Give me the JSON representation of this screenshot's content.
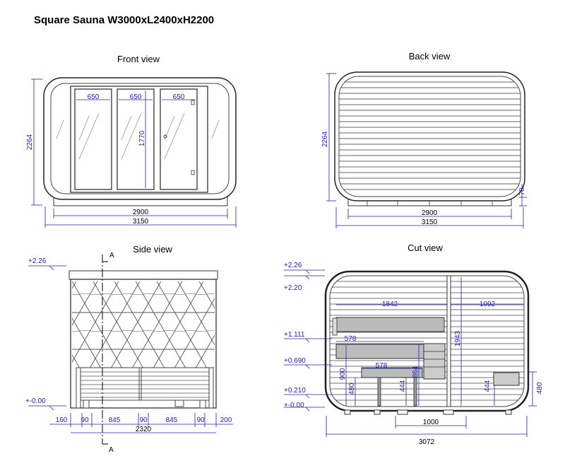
{
  "title": "Square Sauna   W3000xL2400xH2200",
  "views": {
    "front": {
      "title": "Front view",
      "door_widths": [
        "650",
        "650",
        "650"
      ],
      "door_height": "1770",
      "height": "2264",
      "inner_width": "2900",
      "outer_width": "3150"
    },
    "back": {
      "title": "Back view",
      "height": "2264",
      "base": "70",
      "inner_width": "2900",
      "outer_width": "3150"
    },
    "side": {
      "title": "Side view",
      "section_mark": "A",
      "level_top": "+2.26",
      "level_zero": "+-0.00",
      "dims": [
        "160",
        "90",
        "845",
        "90",
        "845",
        "90",
        "200"
      ],
      "total": "2320"
    },
    "cut": {
      "title": "Cut view",
      "levels": [
        "+2.26",
        "+2.20",
        "+1.111",
        "+0.690",
        "+0.210",
        "+-0.00"
      ],
      "dim_1842": "1842",
      "dim_1092": "1092",
      "dim_578_top": "578",
      "dim_578_mid": "578",
      "dim_1943": "1943",
      "dim_900": "900",
      "dim_480_left": "480",
      "dim_444_a": "444",
      "dim_864": "864",
      "dim_444_b": "444",
      "dim_480_right": "480",
      "dim_1000": "1000",
      "total": "3072"
    }
  }
}
